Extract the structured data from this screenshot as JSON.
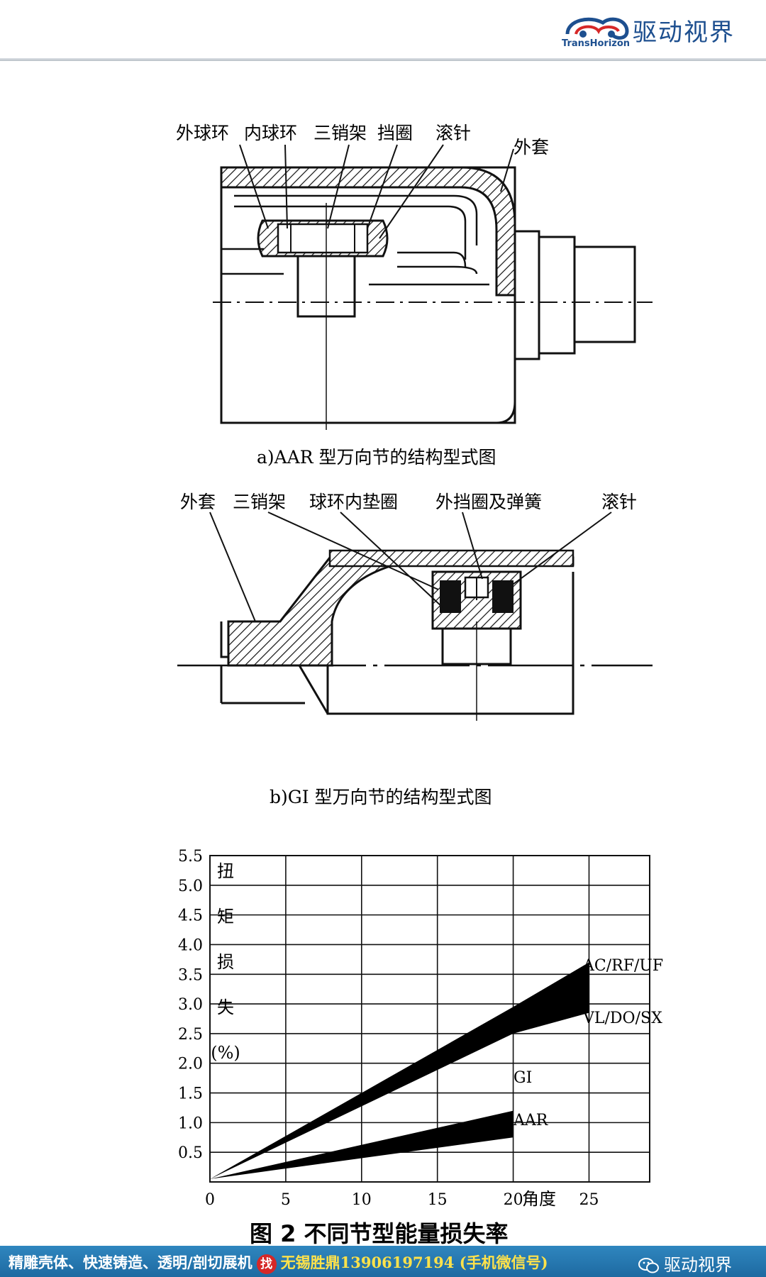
{
  "header": {
    "brand_cn": "驱动视界",
    "brand_en": "TransHorizon"
  },
  "diagram_a": {
    "caption": "a)AAR 型万向节的结构型式图",
    "labels": {
      "outer_ring": "外球环",
      "inner_ring": "内球环",
      "tripod": "三销架",
      "retainer": "挡圈",
      "needle": "滚针",
      "housing": "外套"
    }
  },
  "diagram_b": {
    "caption": "b)GI 型万向节的结构型式图",
    "labels": {
      "housing": "外套",
      "tripod": "三销架",
      "ring_washer": "球环内垫圈",
      "retainer_spring": "外挡圈及弹簧",
      "needle": "滚针"
    }
  },
  "chart_data": {
    "type": "area",
    "title": "图 2  不同节型能量损失率",
    "ylabel_chars": [
      "扭",
      "矩",
      "损",
      "失",
      "(%)"
    ],
    "xlabel": "角度",
    "x_ticks": [
      0,
      5,
      10,
      15,
      20,
      25
    ],
    "y_ticks": [
      "0.5",
      "1.0",
      "1.5",
      "2.0",
      "2.5",
      "3.0",
      "3.5",
      "4.0",
      "4.5",
      "5.0",
      "5.5"
    ],
    "xlim": [
      0,
      29
    ],
    "ylim": [
      0,
      5.5
    ],
    "series": [
      {
        "name": "AC/RF/UF",
        "band": [
          [
            0,
            0.05,
            0.05
          ],
          [
            20,
            2.5,
            2.95
          ],
          [
            25,
            2.85,
            3.7
          ]
        ]
      },
      {
        "name": "VL/DO/SX",
        "band": [
          [
            0,
            0.05,
            0.05
          ],
          [
            20,
            2.5,
            2.95
          ],
          [
            25,
            2.85,
            3.7
          ]
        ]
      },
      {
        "name": "GI",
        "band": [
          [
            0,
            0.05,
            0.05
          ],
          [
            20,
            0.75,
            1.2
          ]
        ]
      },
      {
        "name": "AAR",
        "band": [
          [
            0,
            0.05,
            0.05
          ],
          [
            20,
            0.75,
            1.2
          ]
        ]
      }
    ]
  },
  "footer": {
    "ad_text": "精雕壳体、快速铸造、透明/剖切展机",
    "find_badge": "找",
    "contact": "无锡胜鼎13906197194 (手机微信号)",
    "wechat_name": "驱动视界"
  }
}
